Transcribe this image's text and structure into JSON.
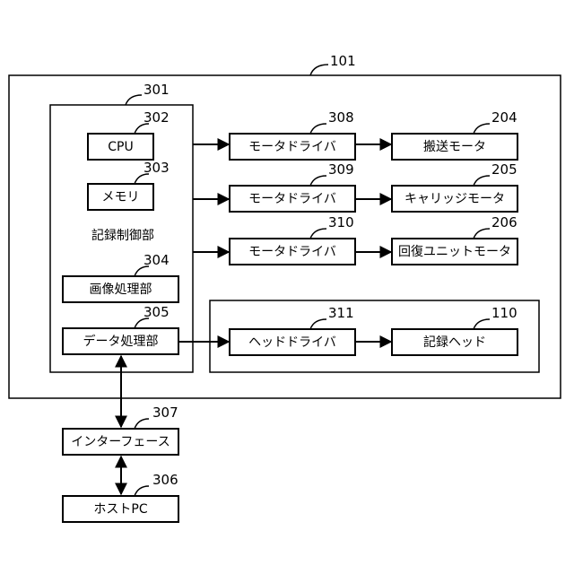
{
  "refs": {
    "r101": "101",
    "r301": "301",
    "r302": "302",
    "r303": "303",
    "r304": "304",
    "r305": "305",
    "r306": "306",
    "r307": "307",
    "r308": "308",
    "r309": "309",
    "r310": "310",
    "r311": "311",
    "r110": "110",
    "r204": "204",
    "r205": "205",
    "r206": "206"
  },
  "labels": {
    "cpu": "CPU",
    "memory": "メモリ",
    "recording_control": "記録制御部",
    "image_processing": "画像処理部",
    "data_processing": "データ処理部",
    "motor_driver_1": "モータドライバ",
    "motor_driver_2": "モータドライバ",
    "motor_driver_3": "モータドライバ",
    "head_driver": "ヘッドドライバ",
    "conveyance_motor": "搬送モータ",
    "carriage_motor": "キャリッジモータ",
    "recovery_unit_motor": "回復ユニットモータ",
    "recording_head": "記録ヘッド",
    "interface": "インターフェース",
    "host_pc": "ホストPC"
  }
}
